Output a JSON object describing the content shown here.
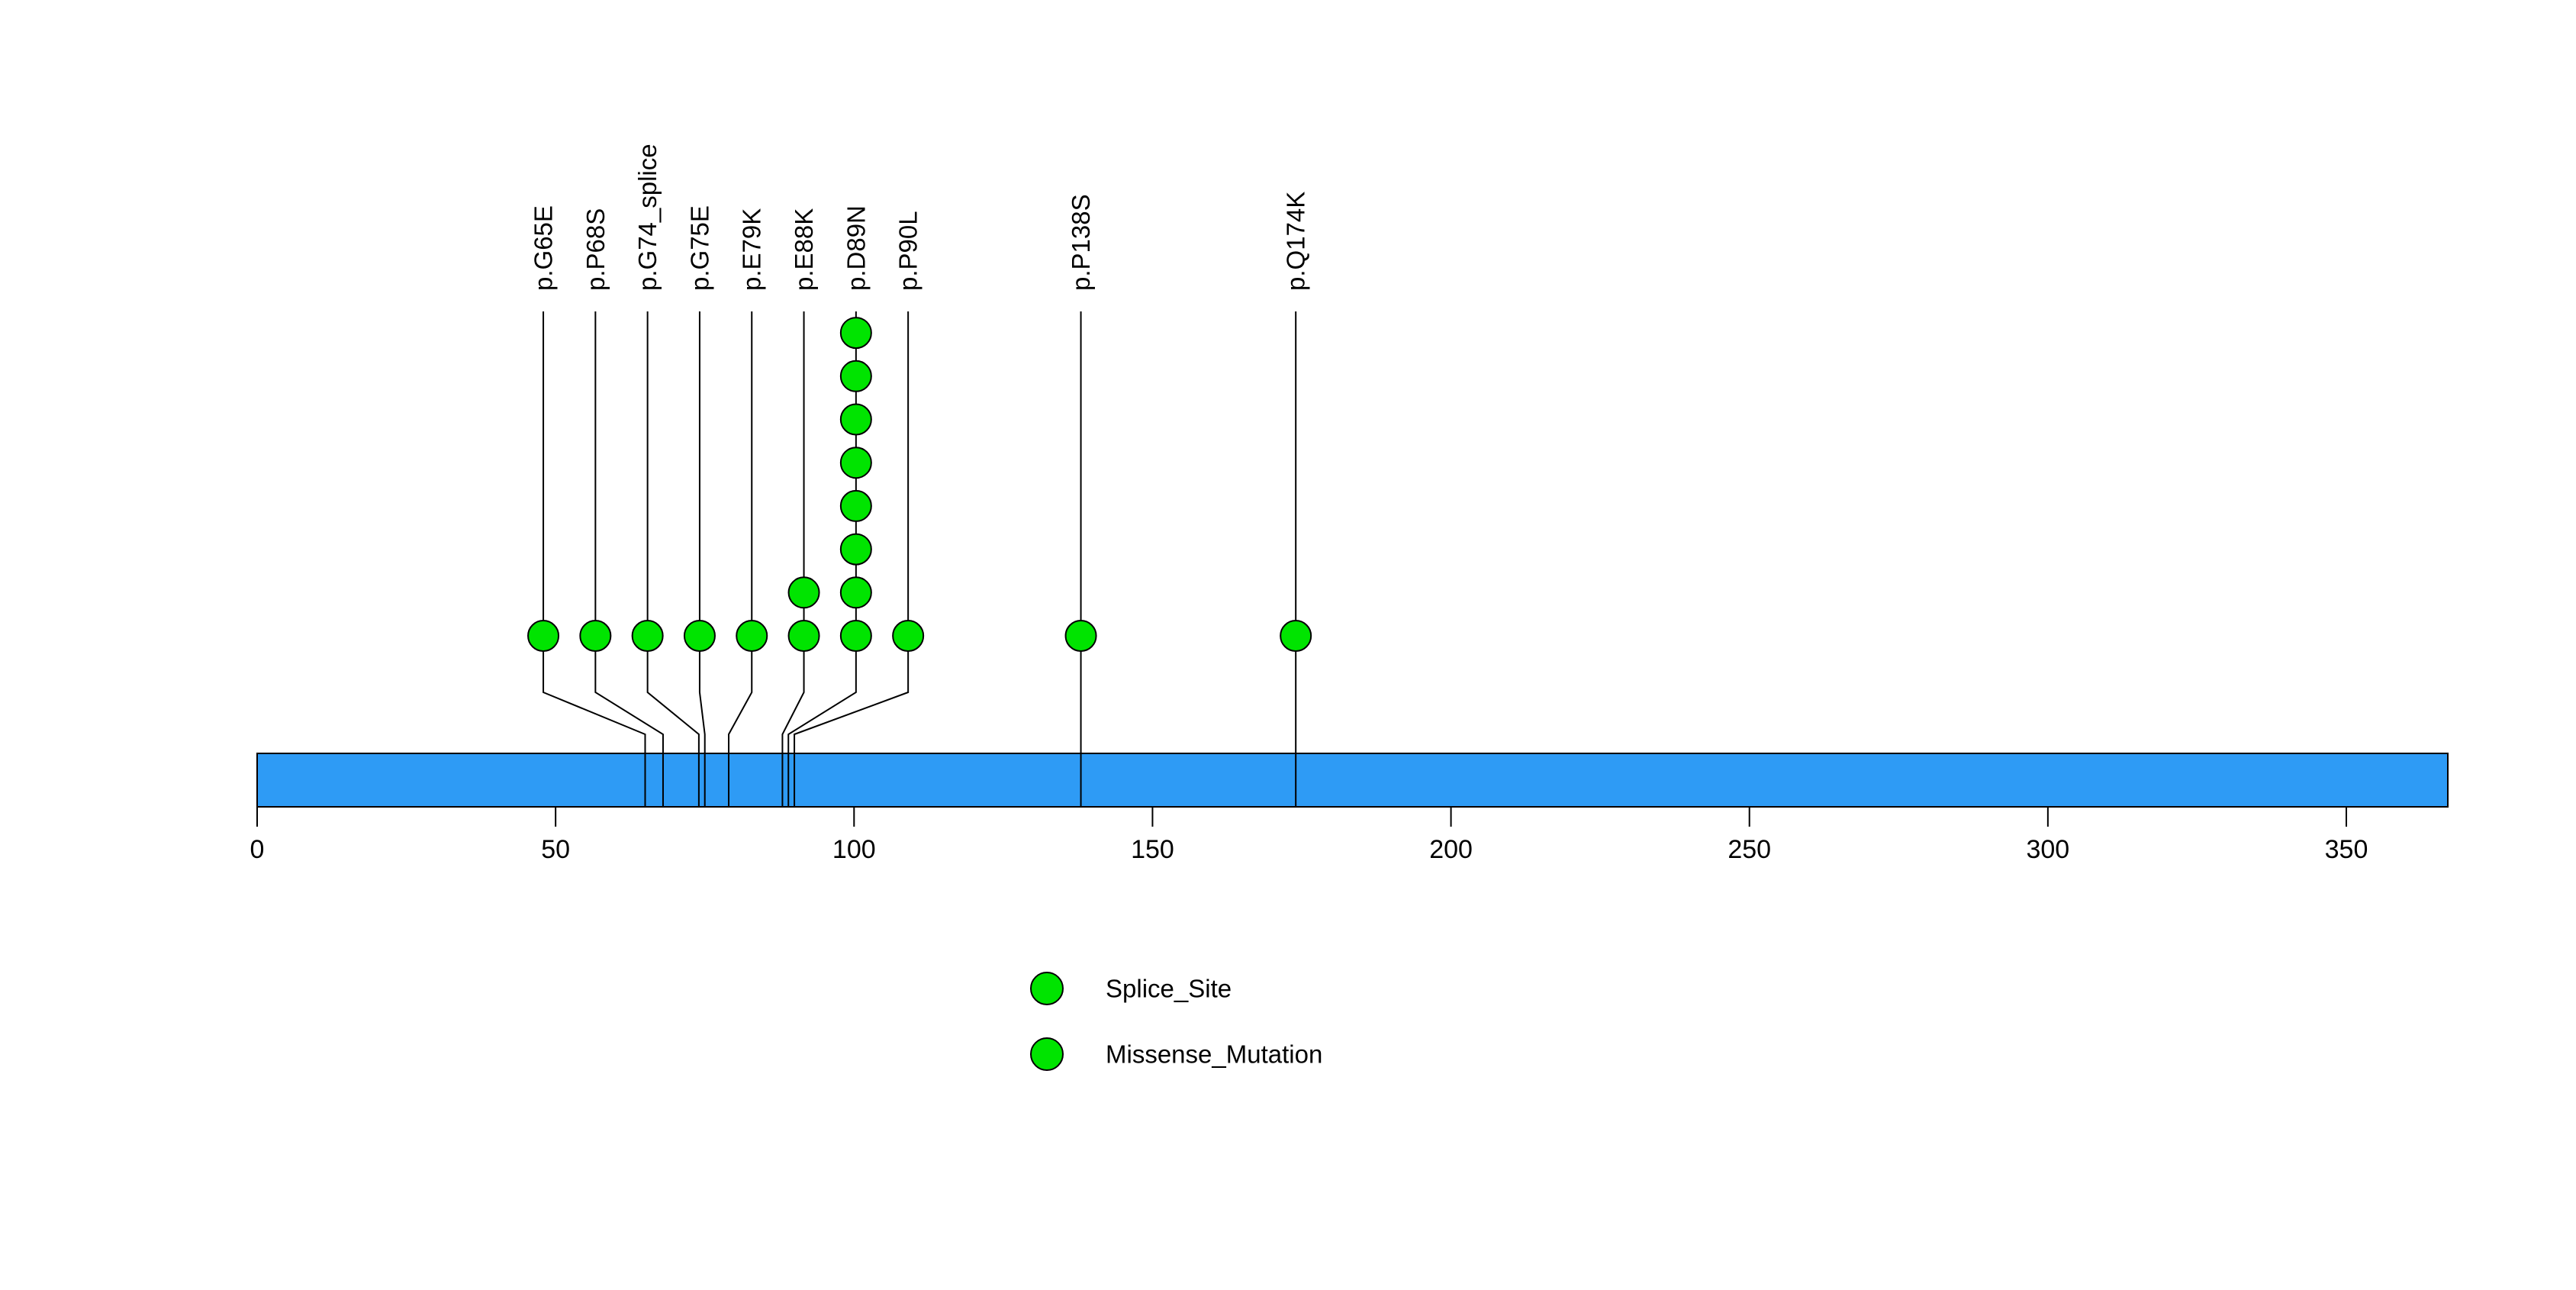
{
  "chart_data": {
    "type": "lollipop",
    "title": "",
    "protein_length_aa": 367,
    "x_axis": {
      "label": "",
      "ticks": [
        0,
        50,
        100,
        150,
        200,
        250,
        300,
        350
      ],
      "range": [
        0,
        367
      ]
    },
    "mutations": [
      {
        "label": "p.G65E",
        "position_aa": 65,
        "count": 1,
        "type": "Missense_Mutation"
      },
      {
        "label": "p.P68S",
        "position_aa": 68,
        "count": 1,
        "type": "Missense_Mutation"
      },
      {
        "label": "p.G74_splice",
        "position_aa": 74,
        "count": 1,
        "type": "Splice_Site"
      },
      {
        "label": "p.G75E",
        "position_aa": 75,
        "count": 1,
        "type": "Missense_Mutation"
      },
      {
        "label": "p.E79K",
        "position_aa": 79,
        "count": 1,
        "type": "Missense_Mutation"
      },
      {
        "label": "p.E88K",
        "position_aa": 88,
        "count": 2,
        "type": "Missense_Mutation"
      },
      {
        "label": "p.D89N",
        "position_aa": 89,
        "count": 8,
        "type": "Missense_Mutation"
      },
      {
        "label": "p.P90L",
        "position_aa": 90,
        "count": 1,
        "type": "Missense_Mutation"
      },
      {
        "label": "p.P138S",
        "position_aa": 138,
        "count": 1,
        "type": "Missense_Mutation"
      },
      {
        "label": "p.Q174K",
        "position_aa": 174,
        "count": 1,
        "type": "Missense_Mutation"
      }
    ],
    "legend": [
      {
        "label": "Splice_Site",
        "color": "#00E400"
      },
      {
        "label": "Missense_Mutation",
        "color": "#00E400"
      }
    ],
    "legend_position": "bottom-center",
    "grid": false,
    "colors": {
      "protein_bar": "#2E9BF5",
      "marker_fill": "#00E400",
      "marker_stroke": "#000000",
      "connector": "#000000",
      "background": "#ffffff"
    }
  }
}
